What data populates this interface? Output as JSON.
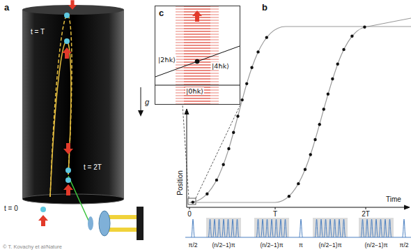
{
  "diagram": {
    "nodes": [
      {
        "text": [
          "c",
          "|2ħk⟩",
          "|4ħk⟩",
          "|0ħk⟩"
        ]
      }
    ],
    "labels": [
      "a",
      "t = T",
      "g",
      "t = 2T",
      "t = 0",
      "b",
      "Position",
      "Time",
      "0",
      "T",
      "2T",
      "π/2",
      "(n/2−1)π",
      "(n/2−1)π",
      "π",
      "(n/2−1)π",
      "(n/2−1)π",
      "π/2",
      "© T. Kovachy et al/Nature"
    ]
  }
}
